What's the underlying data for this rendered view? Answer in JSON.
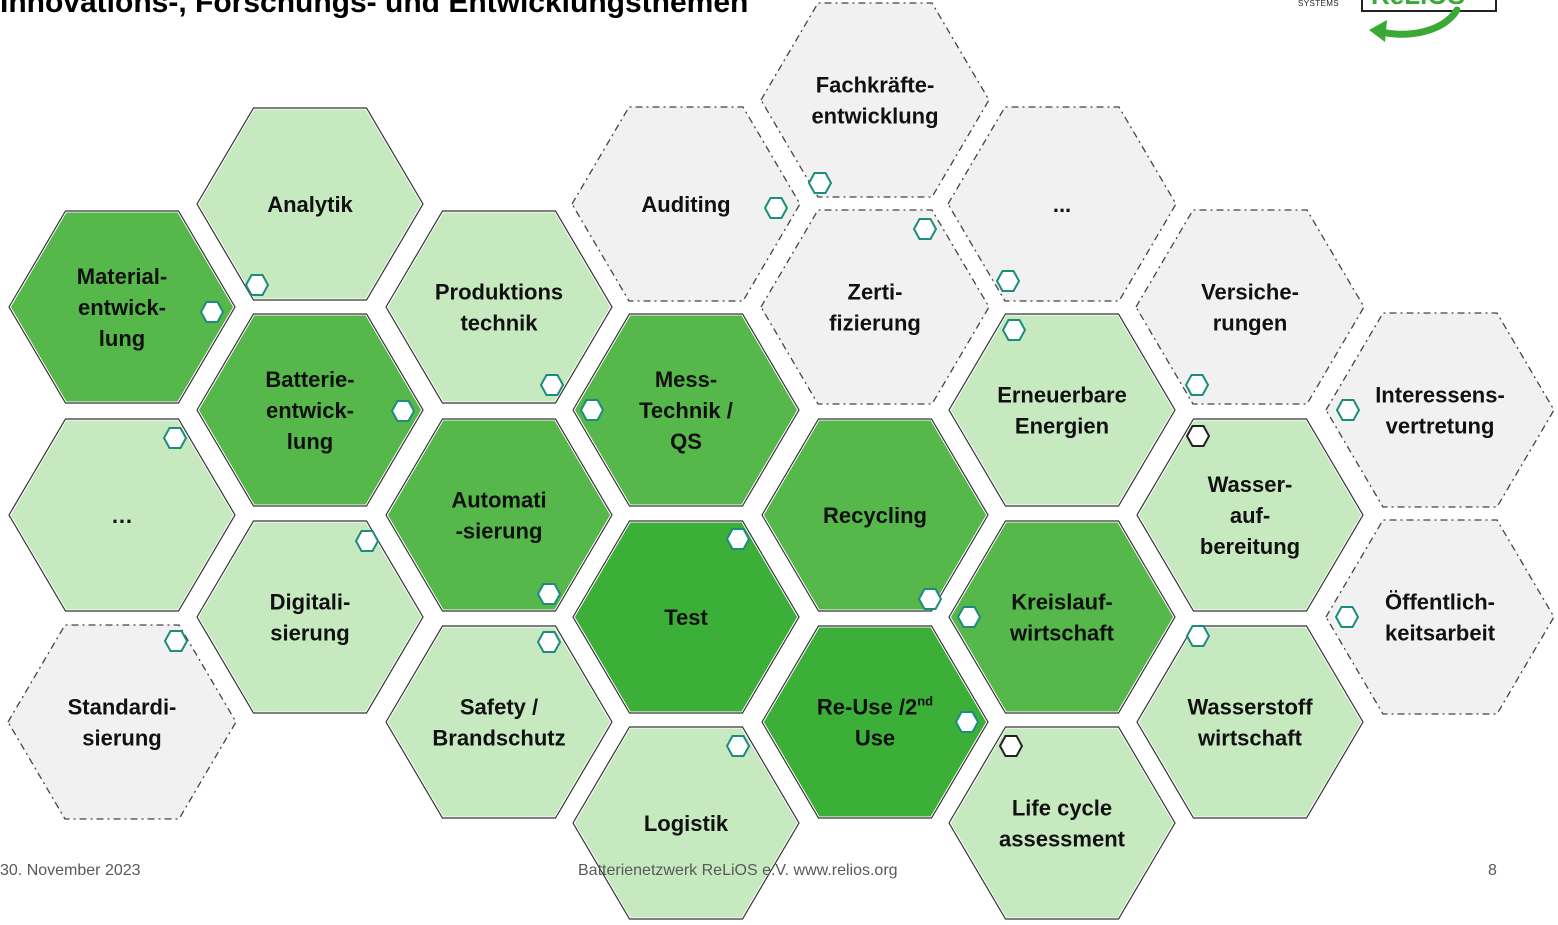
{
  "title": "Innovations-, Forschungs- und Entwicklungsthemen",
  "footer": {
    "date": "30. November 2023",
    "center": "Batterienetzwerk ReLiOS e.V.   www.relios.org",
    "page": "8"
  },
  "logo": {
    "systems_label": "SYSTEMS",
    "wordmark": "ReLiOS",
    "arrow_color": "#3aa935"
  },
  "colors": {
    "light": "#c7e9c0",
    "medium": "#56b74b",
    "dark": "#3caf38",
    "grey": "#f1f1f1",
    "marker": "#1b8c7e"
  },
  "hexagons": [
    {
      "id": "materialentwicklung",
      "lines": [
        "Material-",
        "entwick-",
        "lung"
      ],
      "shade": "medium"
    },
    {
      "id": "analytik",
      "lines": [
        "Analytik"
      ],
      "shade": "light"
    },
    {
      "id": "batterieentwicklung",
      "lines": [
        "Batterie-",
        "entwick-",
        "lung"
      ],
      "shade": "medium"
    },
    {
      "id": "ellipsis-left",
      "lines": [
        "…"
      ],
      "shade": "light"
    },
    {
      "id": "digitalisierung",
      "lines": [
        "Digitali-",
        "sierung"
      ],
      "shade": "light"
    },
    {
      "id": "standardisierung",
      "lines": [
        "Standardi-",
        "sierung"
      ],
      "shade": "grey"
    },
    {
      "id": "produktionstechnik",
      "lines": [
        "Produktions",
        "technik"
      ],
      "shade": "light"
    },
    {
      "id": "automatisierung",
      "lines": [
        "Automati",
        "-sierung"
      ],
      "shade": "medium"
    },
    {
      "id": "safety-brandschutz",
      "lines": [
        "Safety /",
        "Brandschutz"
      ],
      "shade": "light"
    },
    {
      "id": "auditing",
      "lines": [
        "Auditing"
      ],
      "shade": "grey"
    },
    {
      "id": "messtechnik-qs",
      "lines": [
        "Mess-",
        "Technik /",
        "QS"
      ],
      "shade": "medium"
    },
    {
      "id": "test",
      "lines": [
        "Test"
      ],
      "shade": "dark"
    },
    {
      "id": "logistik",
      "lines": [
        "Logistik"
      ],
      "shade": "light"
    },
    {
      "id": "fachkraefteentwicklung",
      "lines": [
        "Fachkräfte-",
        "entwicklung"
      ],
      "shade": "grey"
    },
    {
      "id": "zertifizierung",
      "lines": [
        "Zerti-",
        "fizierung"
      ],
      "shade": "grey"
    },
    {
      "id": "recycling",
      "lines": [
        "Recycling"
      ],
      "shade": "medium"
    },
    {
      "id": "re-use",
      "lines": [
        "Re-Use /2",
        "Use"
      ],
      "sup": "nd",
      "shade": "dark"
    },
    {
      "id": "ellipsis-top",
      "lines": [
        "..."
      ],
      "shade": "grey"
    },
    {
      "id": "erneuerbare-energien",
      "lines": [
        "Erneuerbare",
        "Energien"
      ],
      "shade": "light"
    },
    {
      "id": "kreislaufwirtschaft",
      "lines": [
        "Kreislauf-",
        "wirtschaft"
      ],
      "shade": "medium"
    },
    {
      "id": "life-cycle-assessment",
      "lines": [
        "Life cycle",
        "assessment"
      ],
      "shade": "light"
    },
    {
      "id": "versicherungen",
      "lines": [
        "Versiche-",
        "rungen"
      ],
      "shade": "grey"
    },
    {
      "id": "wasseraufbereitung",
      "lines": [
        "Wasser-",
        "auf-",
        "bereitung"
      ],
      "shade": "light"
    },
    {
      "id": "wasserstoffwirtschaft",
      "lines": [
        "Wasserstoff",
        "wirtschaft"
      ],
      "shade": "light"
    },
    {
      "id": "interessensvertretung",
      "lines": [
        "Interessens-",
        "vertretung"
      ],
      "shade": "grey"
    },
    {
      "id": "oeffentlichkeitsarbeit",
      "lines": [
        "Öffentlich-",
        "keitsarbeit"
      ],
      "shade": "grey"
    }
  ]
}
